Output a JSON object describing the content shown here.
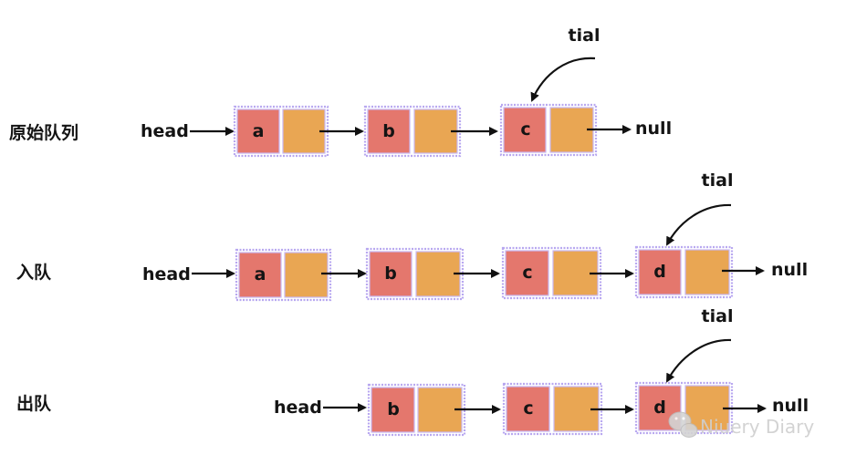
{
  "rows": [
    {
      "label": "原始队列",
      "head": "head",
      "nodes": [
        "a",
        "b",
        "c"
      ],
      "end": "null",
      "tail": "tial",
      "tail_index": 2
    },
    {
      "label": "入队",
      "head": "head",
      "nodes": [
        "a",
        "b",
        "c",
        "d"
      ],
      "end": "null",
      "tail": "tial",
      "tail_index": 3
    },
    {
      "label": "出队",
      "head": "head",
      "nodes": [
        "b",
        "c",
        "d"
      ],
      "end": "null",
      "tail": "tial",
      "tail_index": 2
    }
  ],
  "watermark": "Niuery Diary",
  "colors": {
    "data_cell": "#e4776d",
    "next_cell": "#e9a653",
    "cell_border": "#b8a8f0",
    "arrow": "#111111"
  }
}
